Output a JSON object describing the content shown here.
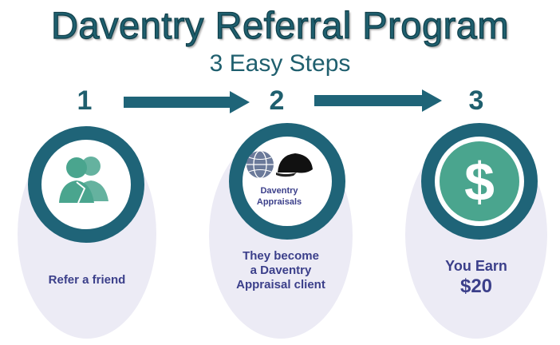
{
  "header": {
    "title": "Daventry Referral Program",
    "subtitle": "3 Easy Steps"
  },
  "steps": [
    {
      "number": "1",
      "icon": "people-icon",
      "label": "Refer a friend"
    },
    {
      "number": "2",
      "icon": "globe-and-cap-icon",
      "logo_lines": [
        "Daventry",
        "Appraisals"
      ],
      "label_lines": [
        "They become",
        "a Daventry",
        "Appraisal client"
      ]
    },
    {
      "number": "3",
      "icon": "dollar-icon",
      "label_lines": [
        "You Earn",
        "$20"
      ]
    }
  ],
  "colors": {
    "brand_teal": "#1f6478",
    "icon_green": "#4aa58e",
    "label_purple": "#3b3f8a",
    "oval_bg": "#ecebf5"
  }
}
